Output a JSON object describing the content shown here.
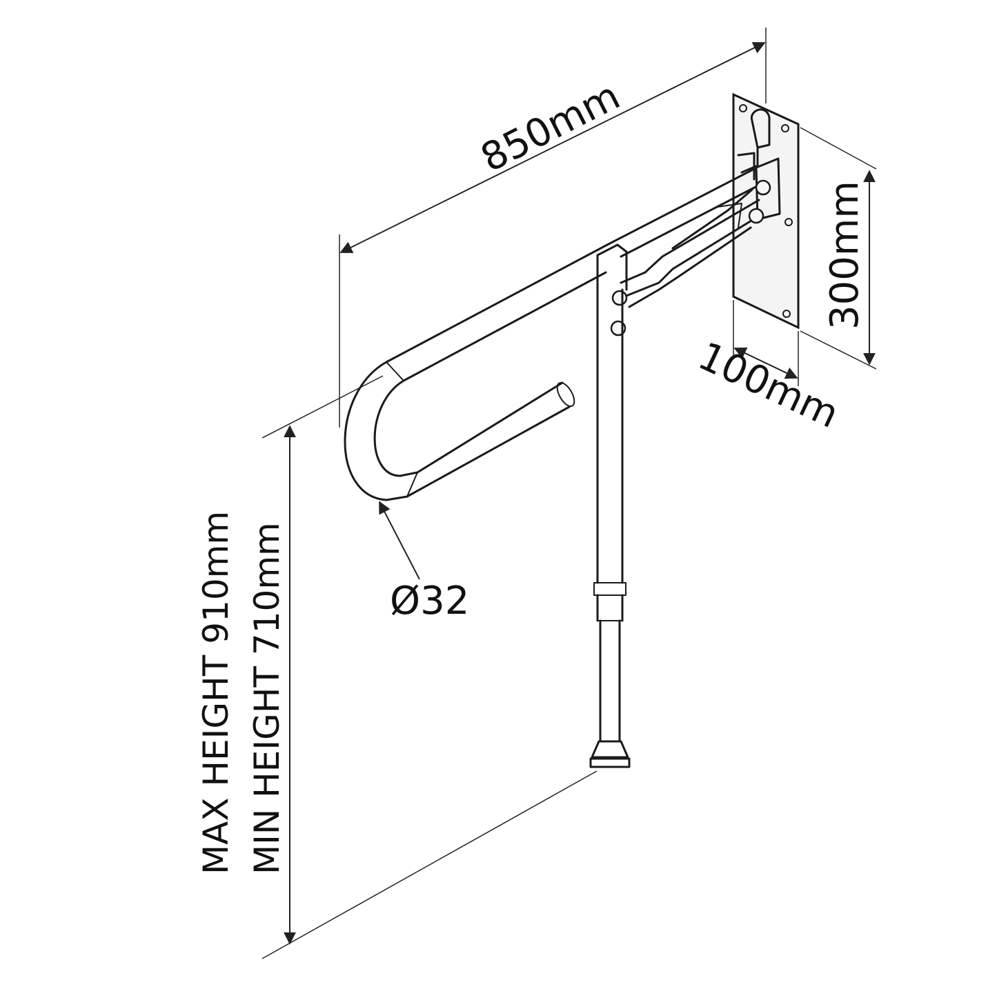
{
  "dimensions": {
    "length": "850mm",
    "plate_height": "300mm",
    "plate_width": "100mm",
    "tube_diameter": "Ø32",
    "max_height": "MAX HEIGHT 910mm",
    "min_height": "MIN HEIGHT 710mm"
  }
}
